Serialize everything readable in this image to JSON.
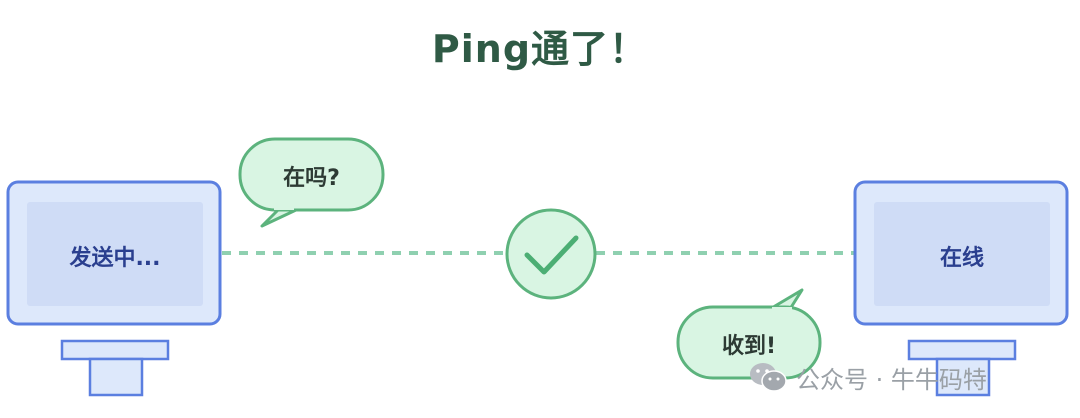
{
  "title": "Ping通了！",
  "left_computer": {
    "screen_text": "发送中..."
  },
  "right_computer": {
    "screen_text": "在线"
  },
  "bubbles": {
    "question": "在吗?",
    "answer": "收到!"
  },
  "status": {
    "icon": "checkmark-icon",
    "state": "success"
  },
  "watermark": {
    "text": "公众号 · 牛牛码特",
    "icon": "wechat-icon"
  },
  "colors": {
    "title": "#2f5a45",
    "monitor_frame": "#5b7fe0",
    "monitor_fill": "#dde8fb",
    "screen_fill": "#cfdcf6",
    "screen_text": "#2a3f8f",
    "bubble_fill": "#d9f5e3",
    "bubble_stroke": "#5cb37d",
    "link_dashes": "#8fd0b0"
  }
}
